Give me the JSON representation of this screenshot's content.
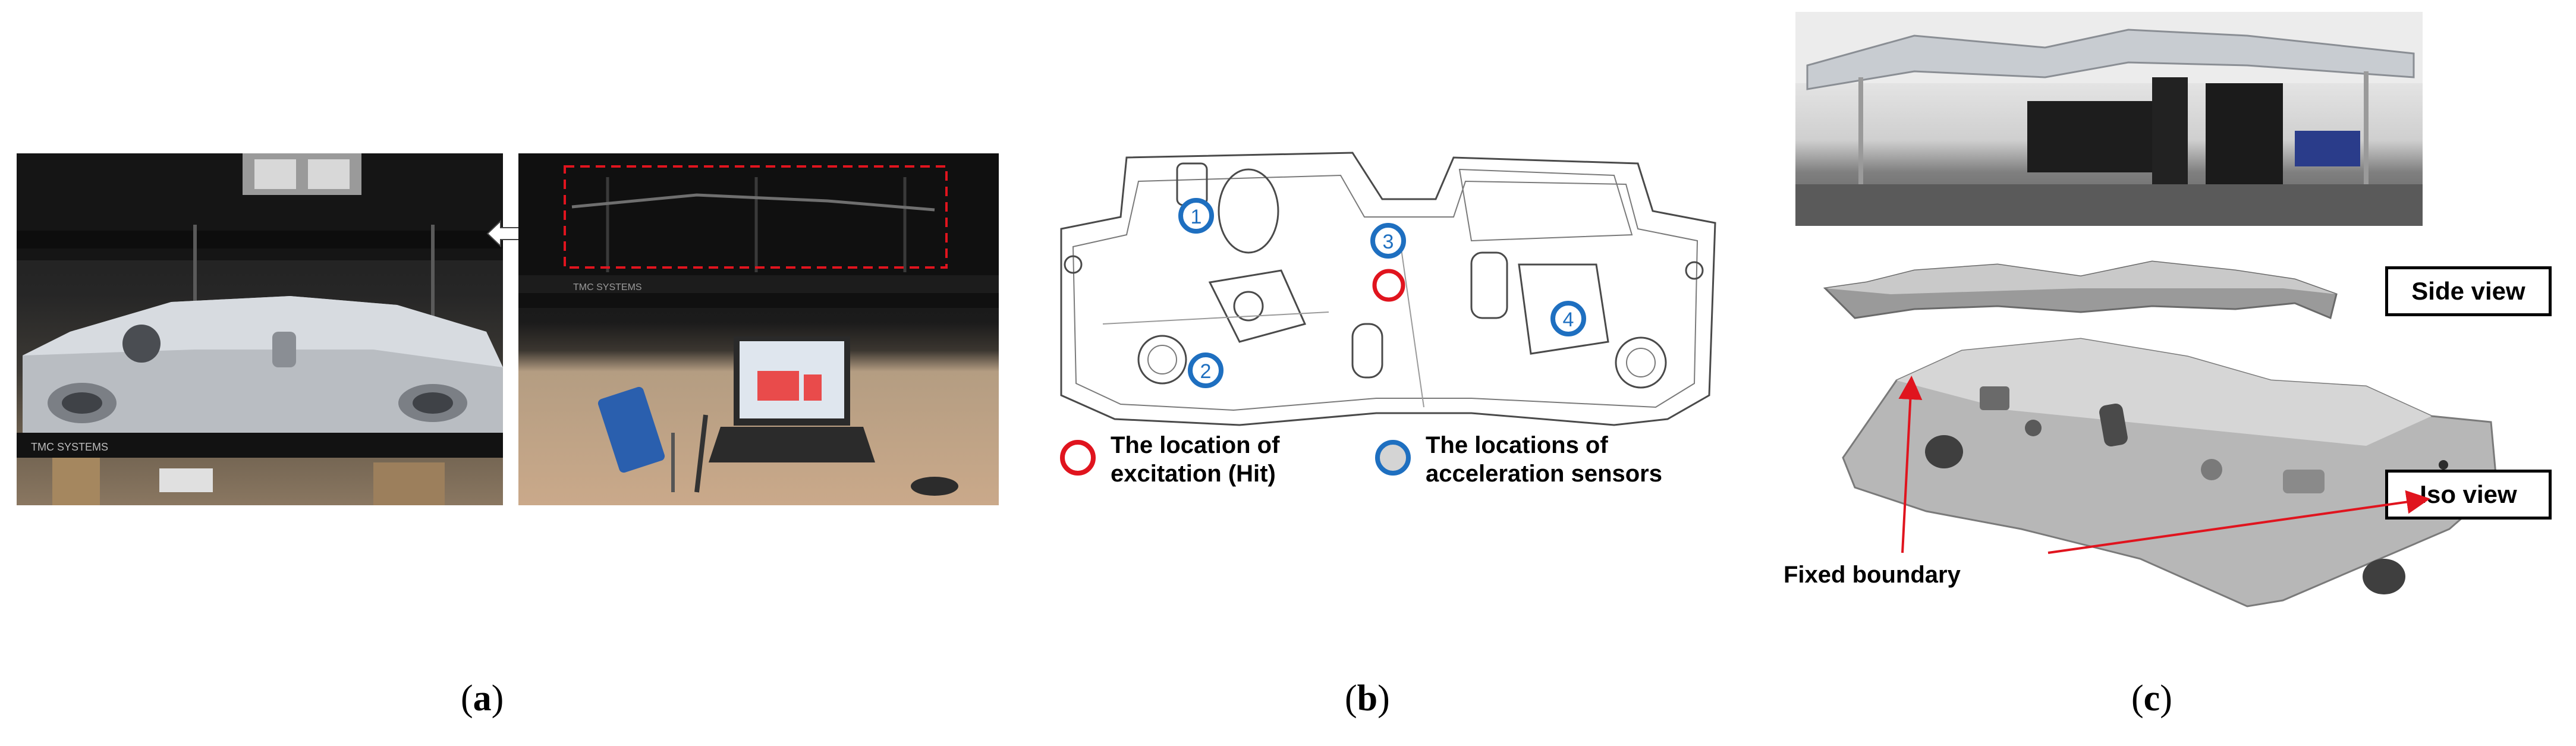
{
  "panel_a": {
    "left_photo_label": "TMC SYSTEMS",
    "right_photo_label": "TMC SYSTEMS",
    "caption_prefix": "(",
    "caption_letter": "a",
    "caption_suffix": ")"
  },
  "panel_b": {
    "sensors": [
      "1",
      "2",
      "3",
      "4"
    ],
    "legend_excitation_line1": "The location of",
    "legend_excitation_line2": "excitation (Hit)",
    "legend_sensors_line1": "The locations of",
    "legend_sensors_line2": "acceleration sensors",
    "caption_prefix": "(",
    "caption_letter": "b",
    "caption_suffix": ")",
    "colors": {
      "excitation": "#e0141e",
      "sensor": "#1e6fc0"
    }
  },
  "panel_c": {
    "side_view_label": "Side view",
    "iso_view_label": "Iso view",
    "fixed_boundary_label": "Fixed boundary",
    "caption_prefix": "(",
    "caption_letter": "c",
    "caption_suffix": ")",
    "colors": {
      "arrow": "#e0141e"
    }
  }
}
